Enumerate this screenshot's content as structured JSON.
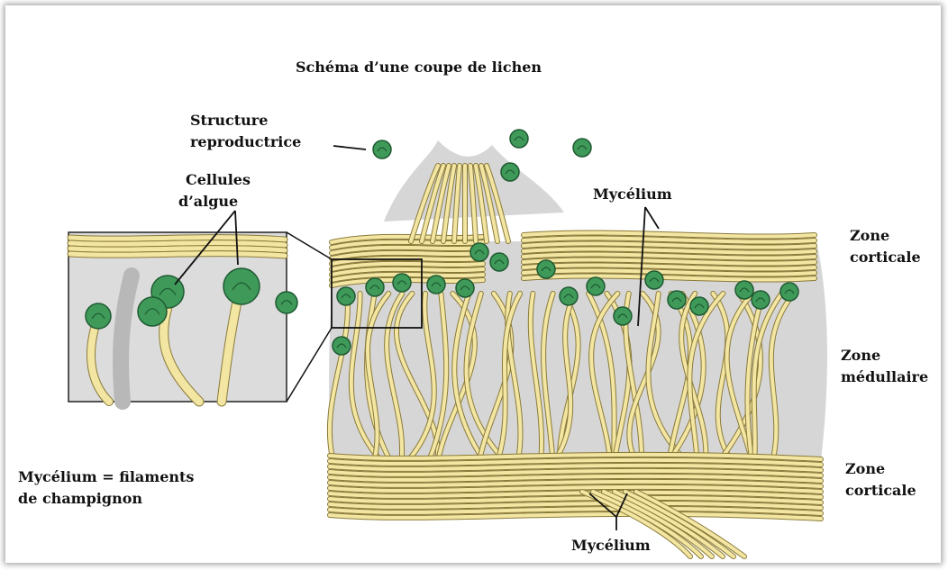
{
  "title": "Schéma d’une coupe de lichen",
  "labels": {
    "reproductive_line1": "Structure",
    "reproductive_line2": "reproductrice",
    "algae_line1": "Cellules",
    "algae_line2": "d’algue",
    "mycelium_top": "Mycélium",
    "mycelium_bottom": "Mycélium",
    "zone_top_line1": "Zone",
    "zone_top_line2": "corticale",
    "zone_mid_line1": "Zone",
    "zone_mid_line2": "médullaire",
    "zone_bottom_line1": "Zone",
    "zone_bottom_line2": "corticale",
    "legend_line1": "Mycélium = filaments",
    "legend_line2": "de champignon"
  },
  "colors": {
    "hypha_fill": "#f3e6a2",
    "hypha_outline": "#8a7a3a",
    "alga_fill": "#3f9a5a",
    "alga_dark": "#1f5a32",
    "background_tissue": "#d6d6d6",
    "shadow": "#b8b8b8"
  }
}
